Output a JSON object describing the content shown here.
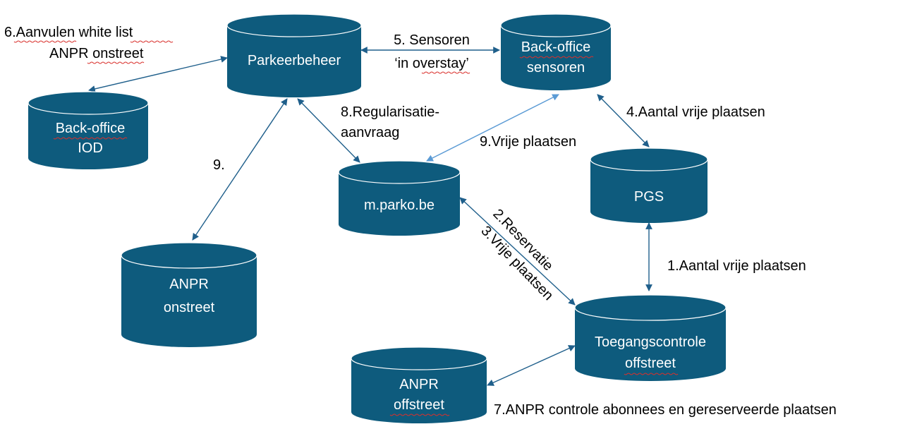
{
  "nodes": {
    "parkeerbeheer": {
      "lines": [
        "Parkeerbeheer"
      ]
    },
    "back_office_sensoren": {
      "lines": [
        "Back-office",
        "sensoren"
      ]
    },
    "back_office_iod": {
      "lines": [
        "Back-office",
        "IOD"
      ]
    },
    "m_parko": {
      "lines": [
        "m.parko.be"
      ]
    },
    "pgs": {
      "lines": [
        "PGS"
      ]
    },
    "anpr_onstreet": {
      "lines": [
        "ANPR",
        "onstreet"
      ]
    },
    "toegangscontrole": {
      "lines": [
        "Toegangscontrole",
        "offstreet"
      ]
    },
    "anpr_offstreet": {
      "lines": [
        "ANPR",
        "offstreet"
      ]
    }
  },
  "edge_labels": {
    "aanvulen_white_list": [
      "6.Aanvulen white list",
      "ANPR onstreet"
    ],
    "sensoren_overstay": [
      "5. Sensoren",
      "‘in overstay’"
    ],
    "regularisatie": [
      "8.Regularisatie-",
      "aanvraag"
    ],
    "aantal_vrije_4": "4.Aantal vrije plaatsen",
    "vrije_plaatsen_9": "9.Vrije plaatsen",
    "nine": "9.",
    "reservatie": "2.Reservatie",
    "vrije_plaatsen_3": "3.Vrije plaatsen",
    "aantal_vrije_1": "1.Aantal vrije plaatsen",
    "anpr_controle": "7.ANPR controle abonnees en gereserveerde plaatsen"
  },
  "colors": {
    "cylinder": "#0e5b7d",
    "arrow_dark": "#1f5f8b",
    "arrow_light": "#5b9bd5",
    "spellcheck": "#d9302c"
  }
}
